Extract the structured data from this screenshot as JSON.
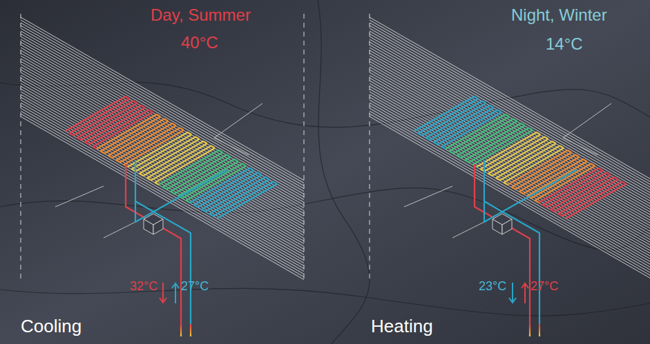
{
  "diagram": {
    "labels": [
      "Day, Summer",
      "40°C",
      "Night, Winter",
      "14°C",
      "32°C",
      "27°C",
      "23°C",
      "27°C",
      "Cooling",
      "Heating"
    ]
  }
}
